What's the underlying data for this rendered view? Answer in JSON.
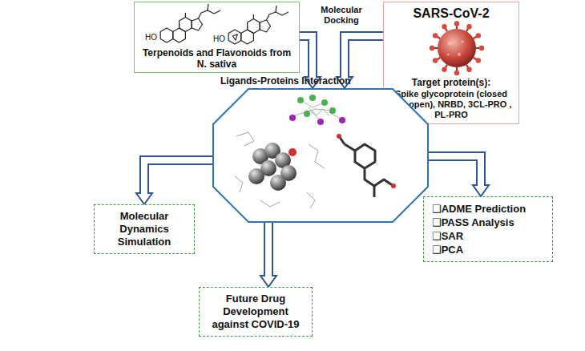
{
  "diagram": {
    "nodes": [
      {
        "text": [
          "Terpenoids and Flavonoids from N. sativa"
        ]
      },
      {
        "text": [
          "SARS-CoV-2",
          "Target protein(s):",
          "Spike glycoprotein (closed and open), NRBD, 3CL-PRO , PL-PRO"
        ]
      },
      {
        "text": [
          "Ligands-Proteins Interaction"
        ]
      },
      {
        "text": [
          "Molecular Dynamics Simulation"
        ]
      },
      {
        "text": [
          "❑ADME Prediction",
          "❑PASS Analysis",
          "❑SAR",
          "❑PCA"
        ]
      },
      {
        "text": [
          "Future Drug Development against COVID-19"
        ]
      }
    ],
    "edges": [
      {
        "from": 0,
        "to": 2,
        "arrow": "to",
        "label": "Molecular Docking"
      },
      {
        "from": 1,
        "to": 2,
        "arrow": "to"
      },
      {
        "from": 2,
        "to": 3,
        "arrow": "to"
      },
      {
        "from": 2,
        "to": 4,
        "arrow": "to"
      },
      {
        "from": 2,
        "to": 5,
        "arrow": "to"
      }
    ],
    "labels": [
      "HO",
      "HO"
    ]
  }
}
